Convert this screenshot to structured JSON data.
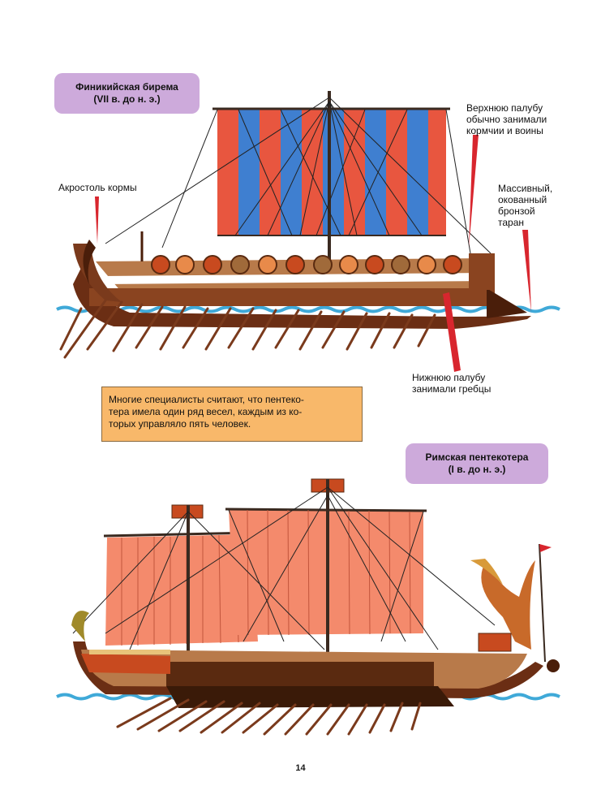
{
  "bireme": {
    "title_line1": "Финикийская бирема",
    "title_line2": "(VII в. до н. э.)",
    "label_stern": "Акростоль кормы",
    "label_upper_line1": "Верхнюю палубу",
    "label_upper_line2": "обычно занимали",
    "label_upper_line3": "кормчии и воины",
    "label_ram_line1": "Массивный,",
    "label_ram_line2": "окованный",
    "label_ram_line3": "бронзой",
    "label_ram_line4": "таран",
    "label_lower_line1": "Нижнюю палубу",
    "label_lower_line2": "занимали гребцы"
  },
  "note": {
    "line1": "Многие специалисты считают, что пентеко-",
    "line2": "тера имела один ряд весел, каждым из ко-",
    "line3": "торых управляло пять человек."
  },
  "pentekontera": {
    "title_line1": "Римская пентекотера",
    "title_line2": "(I в. до н. э.)"
  },
  "page_number": "14",
  "colors": {
    "title_box": "#cdaadb",
    "note_box": "#f8b86a",
    "pointer": "#d8262e",
    "water": "#3fa9d8",
    "sail_red": "#e8563f",
    "sail_blue": "#3f7fd0",
    "sail_salmon": "#f48a6c",
    "hull": "#7a3a1c"
  }
}
